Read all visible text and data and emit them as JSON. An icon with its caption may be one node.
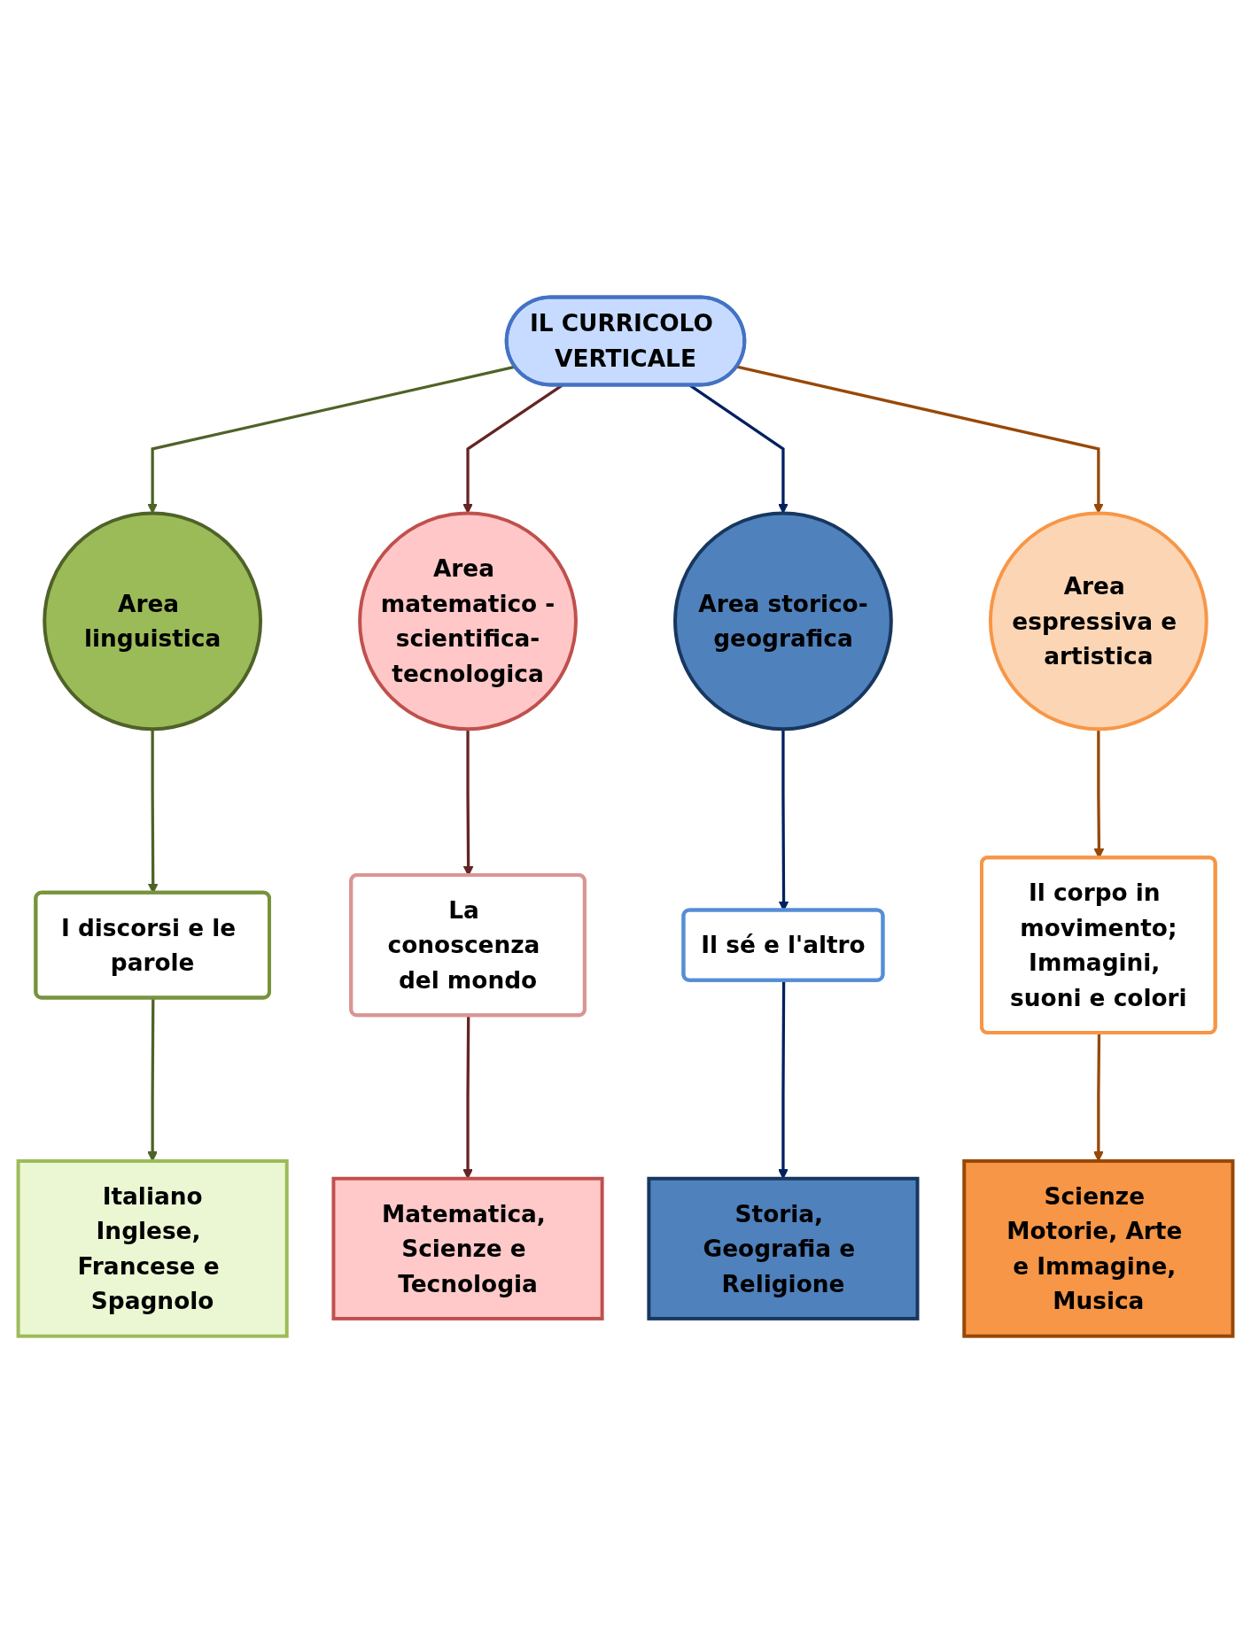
{
  "diagram": {
    "nodes": [
      {
        "text": [
          "IL CURRICOLO VERTICALE"
        ]
      },
      {
        "text": [
          "Area linguistica"
        ]
      },
      {
        "text": [
          "Area matematico -scientifica-tecnologica"
        ]
      },
      {
        "text": [
          "Area storico-geografica"
        ]
      },
      {
        "text": [
          "Area espressiva e artistica"
        ]
      },
      {
        "text": [
          "I discorsi e le parole"
        ]
      },
      {
        "text": [
          "La conoscenza del mondo"
        ]
      },
      {
        "text": [
          "Il sé e l'altro"
        ]
      },
      {
        "text": [
          "Il corpo in movimento;",
          "Immagini, suoni e colori"
        ]
      },
      {
        "text": [
          "Italiano",
          "Inglese, Francese e Spagnolo"
        ]
      },
      {
        "text": [
          "Matematica, Scienze e Tecnologia"
        ]
      },
      {
        "text": [
          "Storia, Geografia e Religione"
        ]
      },
      {
        "text": [
          "Scienze Motorie, Arte e Immagine, Musica"
        ]
      }
    ],
    "edges": [
      {
        "from": 0,
        "to": 1,
        "arrow": "to",
        "color": "#4f6228"
      },
      {
        "from": 0,
        "to": 2,
        "arrow": "to",
        "color": "#632523"
      },
      {
        "from": 0,
        "to": 3,
        "arrow": "to",
        "color": "#002060"
      },
      {
        "from": 0,
        "to": 4,
        "arrow": "to",
        "color": "#974806"
      },
      {
        "from": 1,
        "to": 5,
        "arrow": "to",
        "color": "#4f6228"
      },
      {
        "from": 2,
        "to": 6,
        "arrow": "to",
        "color": "#632523"
      },
      {
        "from": 3,
        "to": 7,
        "arrow": "to",
        "color": "#002060"
      },
      {
        "from": 4,
        "to": 8,
        "arrow": "to",
        "color": "#974806"
      },
      {
        "from": 5,
        "to": 9,
        "arrow": "to",
        "color": "#4f6228"
      },
      {
        "from": 6,
        "to": 10,
        "arrow": "to",
        "color": "#632523"
      },
      {
        "from": 7,
        "to": 11,
        "arrow": "to",
        "color": "#002060"
      },
      {
        "from": 8,
        "to": 12,
        "arrow": "to",
        "color": "#974806"
      }
    ]
  }
}
